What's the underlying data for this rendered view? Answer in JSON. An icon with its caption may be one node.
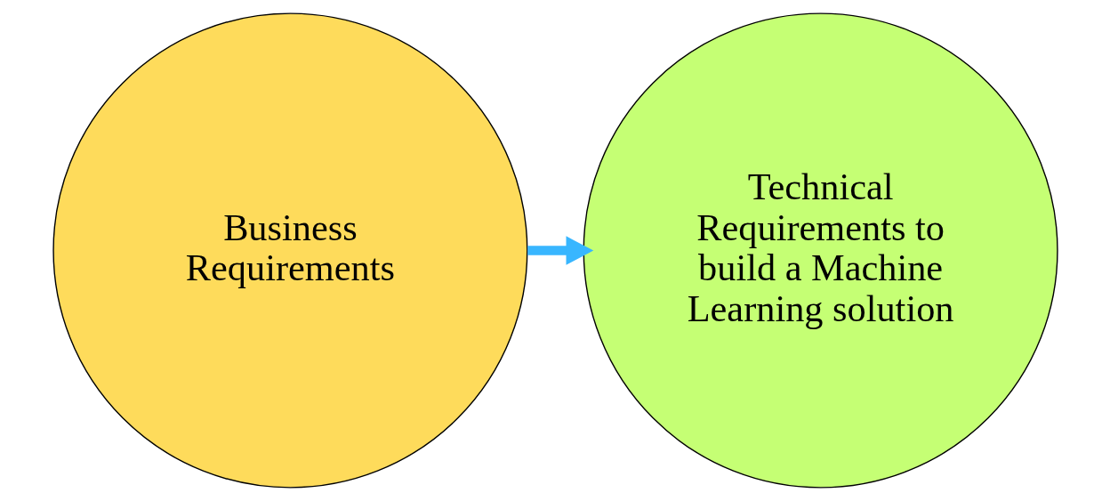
{
  "diagram": {
    "nodes": [
      {
        "text": [
          "Business Requirements"
        ]
      },
      {
        "text": [
          "Technical Requirements to build a Machine Learning solution"
        ]
      }
    ],
    "edges": [
      {
        "from": 0,
        "to": 1,
        "arrow": "to",
        "color": "#38b6ff"
      }
    ]
  }
}
